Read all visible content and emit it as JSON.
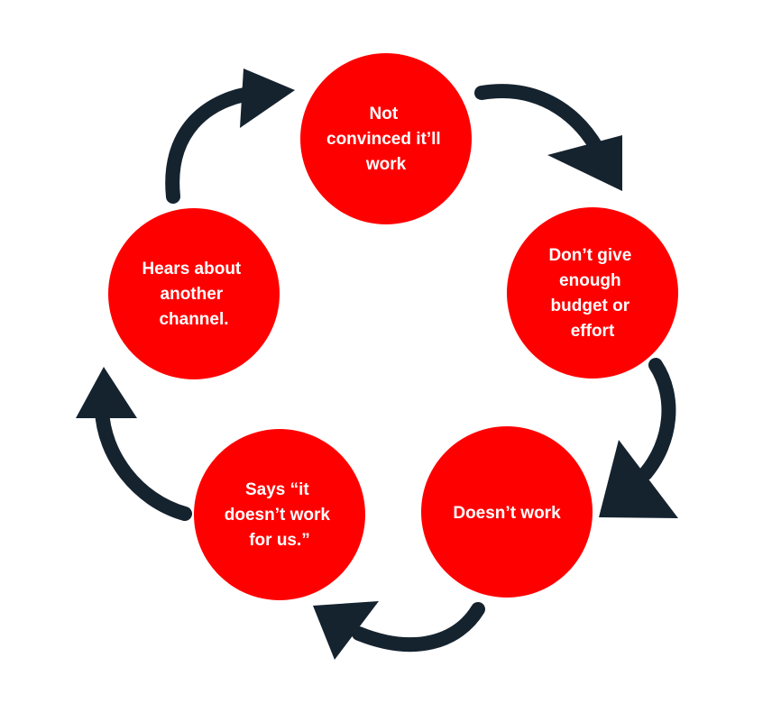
{
  "diagram": {
    "type": "cycle",
    "colors": {
      "node_fill": "#ff0000",
      "arrow": "#15232f",
      "text": "#ffffff",
      "background": "#ffffff"
    },
    "nodes": [
      {
        "id": "not-convinced",
        "lines": [
          "Not",
          "convinced it’ll",
          "work"
        ]
      },
      {
        "id": "dont-give-budget",
        "lines": [
          "Don’t give",
          "enough",
          "budget or",
          "effort"
        ]
      },
      {
        "id": "doesnt-work",
        "lines": [
          "Doesn’t work"
        ]
      },
      {
        "id": "says-it-doesnt-work",
        "lines": [
          "Says “it",
          "doesn’t work",
          "for us.”"
        ]
      },
      {
        "id": "hears-another-channel",
        "lines": [
          "Hears about",
          "another",
          "channel."
        ]
      }
    ],
    "edges": [
      {
        "from": "not-convinced",
        "to": "dont-give-budget"
      },
      {
        "from": "dont-give-budget",
        "to": "doesnt-work"
      },
      {
        "from": "doesnt-work",
        "to": "says-it-doesnt-work"
      },
      {
        "from": "says-it-doesnt-work",
        "to": "hears-another-channel"
      },
      {
        "from": "hears-another-channel",
        "to": "not-convinced"
      }
    ]
  }
}
